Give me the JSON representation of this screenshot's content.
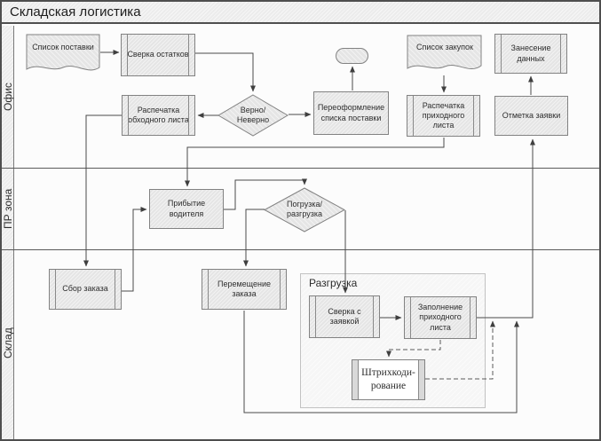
{
  "title": "Складская логистика",
  "lanes": [
    {
      "id": "office",
      "label": "Офис"
    },
    {
      "id": "pr-zone",
      "label": "ПР зона"
    },
    {
      "id": "warehouse",
      "label": "Склад"
    }
  ],
  "group": {
    "label": "Разгрузка"
  },
  "nodes": {
    "spisok_postavki": {
      "label": "Список поставки",
      "shape": "document",
      "lane": "office"
    },
    "sverka_ostatkov": {
      "label": "Сверка остатков",
      "shape": "subprocess",
      "lane": "office"
    },
    "raspechatka_obkhodnogo_lista": {
      "label": "Распечатка обходного листа",
      "shape": "subprocess",
      "lane": "office"
    },
    "verno_neverno": {
      "label": "Верно/\nНеверно",
      "shape": "decision",
      "lane": "office"
    },
    "pereoformlenie_spiska_postavki": {
      "label": "Переоформление списка поставки",
      "shape": "process",
      "lane": "office"
    },
    "terminator": {
      "label": "",
      "shape": "terminator",
      "lane": "office"
    },
    "spisok_zakupok": {
      "label": "Список закупок",
      "shape": "document",
      "lane": "office"
    },
    "raspechatka_prikhodnogo_lista": {
      "label": "Распечатка приходного листа",
      "shape": "subprocess",
      "lane": "office"
    },
    "zanesenie_dannykh": {
      "label": "Занесение данных",
      "shape": "subprocess",
      "lane": "office"
    },
    "otmetka_zayavki": {
      "label": "Отметка заявки",
      "shape": "process",
      "lane": "office"
    },
    "pribytie_voditelya": {
      "label": "Прибытие водителя",
      "shape": "process",
      "lane": "pr-zone"
    },
    "pogruzka_razgruzka": {
      "label": "Погрузка/\nразгрузка",
      "shape": "decision",
      "lane": "pr-zone"
    },
    "sbor_zakaza": {
      "label": "Сбор заказа",
      "shape": "subprocess",
      "lane": "warehouse"
    },
    "peremeshchenie_zakaza": {
      "label": "Перемещение заказа",
      "shape": "subprocess",
      "lane": "warehouse"
    },
    "sverka_s_zayavkoy": {
      "label": "Сверка с заявкой",
      "shape": "subprocess",
      "lane": "warehouse",
      "group": "Разгрузка"
    },
    "zapolnenie_prikhodnogo_lista": {
      "label": "Заполнение приходного листа",
      "shape": "subprocess",
      "lane": "warehouse",
      "group": "Разгрузка"
    },
    "shtrikhkodirovanie": {
      "label": "Штрихкоди-\nрование",
      "shape": "subprocess-white",
      "lane": "warehouse",
      "group": "Разгрузка"
    }
  },
  "edges": [
    {
      "from": "spisok_postavki",
      "to": "sverka_ostatkov",
      "style": "solid"
    },
    {
      "from": "sverka_ostatkov",
      "to": "verno_neverno",
      "style": "solid"
    },
    {
      "from": "verno_neverno",
      "to": "raspechatka_obkhodnogo_lista",
      "style": "solid"
    },
    {
      "from": "verno_neverno",
      "to": "pereoformlenie_spiska_postavki",
      "style": "solid"
    },
    {
      "from": "pereoformlenie_spiska_postavki",
      "to": "terminator",
      "style": "solid"
    },
    {
      "from": "spisok_zakupok",
      "to": "raspechatka_prikhodnogo_lista",
      "style": "solid"
    },
    {
      "from": "otmetka_zayavki",
      "to": "zanesenie_dannykh",
      "style": "solid"
    },
    {
      "from": "raspechatka_obkhodnogo_lista",
      "to": "sbor_zakaza",
      "style": "solid"
    },
    {
      "from": "raspechatka_prikhodnogo_lista",
      "to": "pribytie_voditelya",
      "style": "solid"
    },
    {
      "from": "sbor_zakaza",
      "to": "pribytie_voditelya",
      "style": "solid"
    },
    {
      "from": "pribytie_voditelya",
      "to": "pogruzka_razgruzka",
      "style": "solid"
    },
    {
      "from": "pogruzka_razgruzka",
      "to": "peremeshchenie_zakaza",
      "style": "solid"
    },
    {
      "from": "pogruzka_razgruzka",
      "to": "sverka_s_zayavkoy",
      "style": "solid"
    },
    {
      "from": "sverka_s_zayavkoy",
      "to": "zapolnenie_prikhodnogo_lista",
      "style": "solid"
    },
    {
      "from": "zapolnenie_prikhodnogo_lista",
      "to": "otmetka_zayavki",
      "style": "solid"
    },
    {
      "from": "zapolnenie_prikhodnogo_lista",
      "to": "shtrikhkodirovanie",
      "style": "dashed"
    },
    {
      "from": "shtrikhkodirovanie",
      "to": "otmetka_zayavki",
      "style": "dashed"
    },
    {
      "from": "peremeshchenie_zakaza",
      "to": "otmetka_zayavki",
      "style": "solid"
    }
  ],
  "colors": {
    "node_fill": "#e5e5e5",
    "node_border": "#828282",
    "band_fill": "#ececec",
    "group_fill": "#f6f6f6",
    "connector": "#4a4a4a",
    "frame": "#4e4e4e",
    "text": "#2e2e2e"
  }
}
